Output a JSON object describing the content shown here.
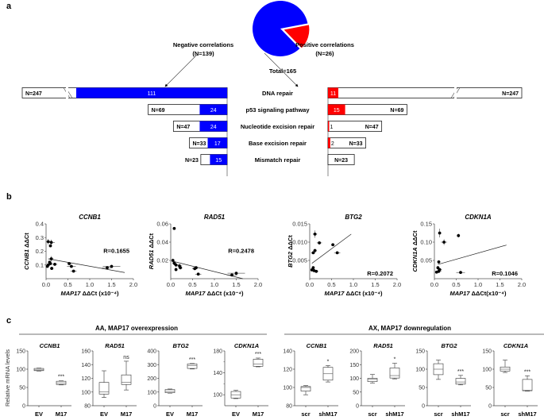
{
  "panel_labels": {
    "a": "a",
    "b": "b",
    "c": "c"
  },
  "chart_data": [
    {
      "type": "pie",
      "panel": "a",
      "title": "Total=165",
      "slices": [
        {
          "name": "Negative correlations",
          "count_label": "(N=139)",
          "value": 139,
          "color": "#0000ff"
        },
        {
          "name": "Positive correlations",
          "count_label": "(N=26)",
          "value": 26,
          "color": "#ff0000"
        }
      ]
    },
    {
      "type": "bar",
      "panel": "a",
      "orientation": "horizontal-diverging",
      "categories": [
        "DNA repair",
        "p53 signaling pathway",
        "Nucleotide excision repair",
        "Base excision repair",
        "Mismatch repair"
      ],
      "totals": [
        247,
        69,
        47,
        33,
        23
      ],
      "total_labels": [
        "N=247",
        "N=69",
        "N=47",
        "N=33",
        "N=23"
      ],
      "series": [
        {
          "name": "Negative correlations",
          "color": "#0000ff",
          "values": [
            111,
            24,
            24,
            17,
            15
          ],
          "value_labels": [
            "111",
            "24",
            "24",
            "17",
            "15"
          ]
        },
        {
          "name": "Positive correlations",
          "color": "#ff0000",
          "values": [
            11,
            15,
            1,
            2,
            0
          ],
          "value_labels": [
            "11",
            "15",
            "1",
            "2",
            ""
          ]
        }
      ],
      "axis_break": "DNA repair"
    },
    {
      "type": "scatter",
      "panel": "b",
      "title": "CCNB1",
      "xlabel_gene": "MAP17",
      "xlabel_rest": " ΔΔCt (x10⁻⁴)",
      "ylabel_gene": "CCNB1",
      "ylabel_rest": " ΔΔCt",
      "xlim": [
        0,
        2.0
      ],
      "ylim": [
        0,
        0.4
      ],
      "xticks": [
        "0.0",
        "0.5",
        "1.0",
        "1.5",
        "2.0"
      ],
      "yticks": [
        {
          "v": 0.1,
          "l": "0.1"
        },
        {
          "v": 0.2,
          "l": "0.2"
        },
        {
          "v": 0.3,
          "l": "0.3"
        },
        {
          "v": 0.4,
          "l": "0.4"
        }
      ],
      "annotation": "R=0.1655",
      "points": [
        [
          0.05,
          0.27,
          0.05,
          0.02
        ],
        [
          0.12,
          0.265,
          0.08,
          0.02
        ],
        [
          0.1,
          0.24,
          0.02,
          0.01
        ],
        [
          0.12,
          0.145,
          0.05,
          0.02
        ],
        [
          0.08,
          0.12,
          0.03,
          0.01
        ],
        [
          0.05,
          0.1,
          0.03,
          0.01
        ],
        [
          0.1,
          0.11,
          0.04,
          0.01
        ],
        [
          0.2,
          0.105,
          0.06,
          0.01
        ],
        [
          0.03,
          0.09,
          0.02,
          0.01
        ],
        [
          0.13,
          0.075,
          0.04,
          0.01
        ],
        [
          0.53,
          0.11,
          0.05,
          0.01
        ],
        [
          0.58,
          0.09,
          0.1,
          0.01
        ],
        [
          0.63,
          0.055,
          0.07,
          0.01
        ],
        [
          1.4,
          0.08,
          0.12,
          0.01
        ],
        [
          1.5,
          0.09,
          0.2,
          0.01
        ]
      ],
      "fit": [
        [
          0.05,
          0.145
        ],
        [
          1.8,
          0.045
        ]
      ]
    },
    {
      "type": "scatter",
      "panel": "b",
      "title": "RAD51",
      "xlabel_gene": "MAP17",
      "xlabel_rest": " ΔΔCt (x10⁻⁴)",
      "ylabel_gene": "RAD51",
      "ylabel_rest": " ΔΔCt",
      "xlim": [
        0,
        2.0
      ],
      "ylim": [
        0,
        0.06
      ],
      "xticks": [
        "0.0",
        "0.5",
        "1.0",
        "1.5",
        "2.0"
      ],
      "yticks": [
        {
          "v": 0.02,
          "l": "0.02"
        },
        {
          "v": 0.04,
          "l": "0.04"
        },
        {
          "v": 0.06,
          "l": "0.06"
        }
      ],
      "annotation": "R=0.2478",
      "points": [
        [
          0.08,
          0.055,
          0,
          0
        ],
        [
          0.05,
          0.02,
          0.03,
          0.002
        ],
        [
          0.08,
          0.017,
          0.04,
          0.002
        ],
        [
          0.12,
          0.015,
          0.05,
          0.002
        ],
        [
          0.2,
          0.014,
          0.06,
          0.002
        ],
        [
          0.22,
          0.012,
          0.05,
          0.002
        ],
        [
          0.12,
          0.01,
          0.03,
          0.002
        ],
        [
          0.55,
          0.011,
          0.06,
          0.001
        ],
        [
          0.58,
          0.012,
          0.08,
          0.001
        ],
        [
          0.63,
          0.005,
          0.07,
          0.001
        ],
        [
          1.4,
          0.004,
          0.12,
          0.001
        ],
        [
          1.5,
          0.006,
          0.2,
          0.001
        ]
      ],
      "fit": [
        [
          0.05,
          0.019
        ],
        [
          1.65,
          0.0
        ]
      ]
    },
    {
      "type": "scatter",
      "panel": "b",
      "title": "BTG2",
      "xlabel_gene": "MAP17",
      "xlabel_rest": " ΔΔCt (x10⁻⁴)",
      "ylabel_gene": "BTG2",
      "ylabel_rest": " ΔΔCt",
      "xlim": [
        0,
        2.0
      ],
      "ylim": [
        0,
        0.015
      ],
      "xticks": [
        "0.0",
        "0.5",
        "1.0",
        "1.5",
        "2.0"
      ],
      "yticks": [
        {
          "v": 0.005,
          "l": "0.005"
        },
        {
          "v": 0.01,
          "l": "0.010"
        },
        {
          "v": 0.015,
          "l": "0.015"
        }
      ],
      "annotation": "R=0.2072",
      "points": [
        [
          0.12,
          0.0122,
          0.05,
          0.001
        ],
        [
          0.22,
          0.0098,
          0.06,
          0.0004
        ],
        [
          0.53,
          0.0093,
          0.04,
          0.0003
        ],
        [
          0.12,
          0.0077,
          0.04,
          0.0004
        ],
        [
          0.08,
          0.0071,
          0.05,
          0.0003
        ],
        [
          0.63,
          0.0071,
          0.07,
          0.0003
        ],
        [
          0.08,
          0.003,
          0.03,
          0.0004
        ],
        [
          0.1,
          0.0022,
          0.05,
          0.0004
        ],
        [
          0.15,
          0.002,
          0.05,
          0.0003
        ],
        [
          0.05,
          0.0024,
          0.03,
          0.0003
        ]
      ],
      "fit": [
        [
          0.05,
          0.0042
        ],
        [
          0.95,
          0.0122
        ]
      ]
    },
    {
      "type": "scatter",
      "panel": "b",
      "title": "CDKN1A",
      "xlabel_gene": "MAP17",
      "xlabel_rest": " ΔΔCt(x10⁻⁴)",
      "ylabel_gene": "CDKN1A",
      "ylabel_rest": " ΔΔCt",
      "xlim": [
        0,
        2.0
      ],
      "ylim": [
        0,
        0.15
      ],
      "xticks": [
        "0.0",
        "0.5",
        "1.0",
        "1.5",
        "2.0"
      ],
      "yticks": [
        {
          "v": 0.05,
          "l": "0.05"
        },
        {
          "v": 0.1,
          "l": "0.10"
        },
        {
          "v": 0.15,
          "l": "0.15"
        }
      ],
      "annotation": "R=0.1046",
      "points": [
        [
          0.12,
          0.125,
          0.03,
          0.012
        ],
        [
          0.22,
          0.1,
          0.07,
          0.008
        ],
        [
          0.55,
          0.118,
          0.03,
          0.005
        ],
        [
          0.1,
          0.046,
          0.03,
          0.004
        ],
        [
          0.08,
          0.03,
          0.03,
          0.004
        ],
        [
          0.12,
          0.025,
          0.05,
          0.004
        ],
        [
          0.1,
          0.02,
          0.06,
          0.004
        ],
        [
          0.05,
          0.018,
          0.03,
          0.003
        ],
        [
          0.6,
          0.017,
          0.1,
          0.002
        ]
      ],
      "fit": [
        [
          0.08,
          0.039
        ],
        [
          1.65,
          0.092
        ]
      ]
    }
  ],
  "boxplots": {
    "left_group": {
      "title": "AA, MAP17 overexpression",
      "ylabel": "Relative mRNA levels",
      "panels": [
        {
          "title": "CCNB1",
          "ylim": [
            0,
            150
          ],
          "yticks": [
            0,
            50,
            100,
            150
          ],
          "categories": [
            "EV",
            "M17"
          ],
          "boxes": [
            {
              "min": 95,
              "q1": 96,
              "med": 98,
              "q3": 102,
              "max": 103,
              "sig": ""
            },
            {
              "min": 57,
              "q1": 58,
              "med": 62,
              "q3": 67,
              "max": 68,
              "sig": "***"
            }
          ]
        },
        {
          "title": "RAD51",
          "ylim": [
            80,
            160
          ],
          "yticks": [
            80,
            100,
            120,
            140,
            160
          ],
          "categories": [
            "EV",
            "M17"
          ],
          "boxes": [
            {
              "min": 92,
              "q1": 97,
              "med": 100,
              "q3": 114,
              "max": 131,
              "sig": ""
            },
            {
              "min": 103,
              "q1": 111,
              "med": 114,
              "q3": 125,
              "max": 145,
              "sig": "ns"
            }
          ]
        },
        {
          "title": "BTG2",
          "ylim": [
            0,
            400
          ],
          "yticks": [
            0,
            100,
            200,
            300,
            400
          ],
          "categories": [
            "EV",
            "M17"
          ],
          "boxes": [
            {
              "min": 92,
              "q1": 95,
              "med": 105,
              "q3": 118,
              "max": 122,
              "sig": ""
            },
            {
              "min": 268,
              "q1": 272,
              "med": 292,
              "q3": 305,
              "max": 308,
              "sig": "***"
            }
          ]
        },
        {
          "title": "CDKN1A",
          "ylim": [
            80,
            180
          ],
          "yticks": [
            100,
            140,
            180
          ],
          "minor_yticks": [
            120,
            160
          ],
          "categories": [
            "EV",
            "M17"
          ],
          "boxes": [
            {
              "min": 93,
              "q1": 94,
              "med": 100,
              "q3": 106,
              "max": 108,
              "sig": ""
            },
            {
              "min": 151,
              "q1": 152,
              "med": 156,
              "q3": 165,
              "max": 167,
              "sig": "***"
            }
          ]
        }
      ]
    },
    "right_group": {
      "title": "AX, MAP17 downregulation",
      "panels": [
        {
          "title": "CCNB1",
          "ylim": [
            80,
            140
          ],
          "yticks": [
            80,
            100,
            120,
            140
          ],
          "categories": [
            "scr",
            "shM17"
          ],
          "boxes": [
            {
              "min": 92,
              "q1": 96,
              "med": 100,
              "q3": 101,
              "max": 102,
              "sig": ""
            },
            {
              "min": 106,
              "q1": 108,
              "med": 115,
              "q3": 122,
              "max": 124,
              "sig": "*"
            }
          ]
        },
        {
          "title": "RAD51",
          "ylim": [
            0,
            200
          ],
          "yticks": [
            0,
            50,
            100,
            150,
            200
          ],
          "categories": [
            "scr",
            "shM17"
          ],
          "boxes": [
            {
              "min": 83,
              "q1": 88,
              "med": 96,
              "q3": 100,
              "max": 114,
              "sig": ""
            },
            {
              "min": 98,
              "q1": 101,
              "med": 110,
              "q3": 138,
              "max": 155,
              "sig": "*"
            }
          ]
        },
        {
          "title": "BTG2",
          "ylim": [
            0,
            150
          ],
          "yticks": [
            0,
            50,
            100,
            150
          ],
          "categories": [
            "scr",
            "shM17"
          ],
          "boxes": [
            {
              "min": 72,
              "q1": 85,
              "med": 100,
              "q3": 115,
              "max": 125,
              "sig": ""
            },
            {
              "min": 57,
              "q1": 59,
              "med": 65,
              "q3": 75,
              "max": 83,
              "sig": "***"
            }
          ]
        },
        {
          "title": "CDKN1A",
          "ylim": [
            0,
            150
          ],
          "yticks": [
            0,
            50,
            100,
            150
          ],
          "categories": [
            "scr",
            "shM17"
          ],
          "boxes": [
            {
              "min": 91,
              "q1": 95,
              "med": 100,
              "q3": 106,
              "max": 125,
              "sig": ""
            },
            {
              "min": 40,
              "q1": 41,
              "med": 42,
              "q3": 72,
              "max": 82,
              "sig": "***"
            }
          ]
        }
      ]
    }
  }
}
